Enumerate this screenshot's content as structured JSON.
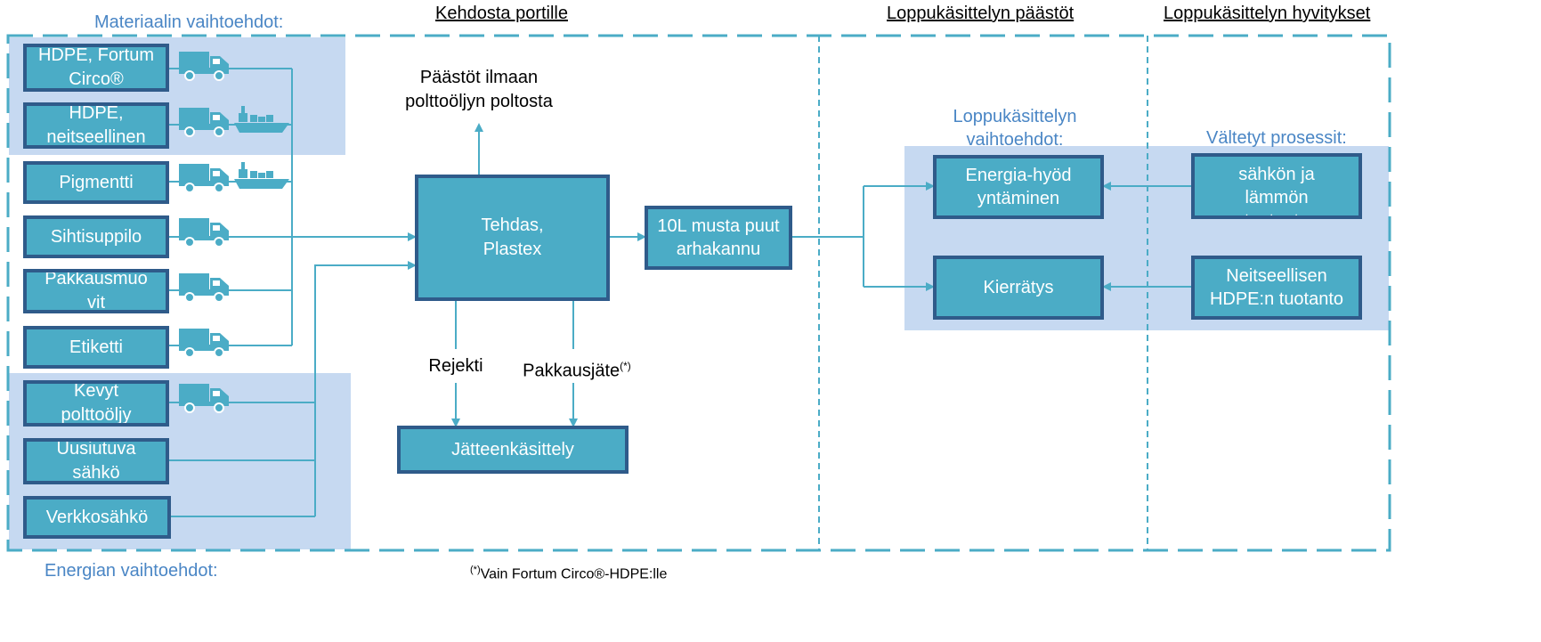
{
  "headers": {
    "cradle": "Kehdosta portille",
    "eol_emissions": "Loppukäsittelyn päästöt",
    "eol_credits": "Loppukäsittelyn hyvitykset"
  },
  "groups": {
    "materials": "Materiaalin vaihtoehdot:",
    "energy": "Energian vaihtoehdot:",
    "eol_options": "Loppukäsittelyn vaihtoehdot:",
    "avoided": "Vältetyt prosessit:"
  },
  "inputs": {
    "hdpe_fortum": "HDPE, Fortum Circo®",
    "hdpe_virgin": "HDPE, neitseellinen",
    "pigment": "Pigmentti",
    "funnel": "Sihtisuppilo",
    "packaging": "Pakkausmuovit",
    "label": "Etiketti",
    "fuel_oil": "Kevyt polttoöljy",
    "renewable": "Uusiutuva sähkö",
    "grid": "Verkkosähkö"
  },
  "process": {
    "factory": "Tehdas, Plastex",
    "product": "10L musta puutarhakannu",
    "waste_treatment": "Jätteenkäsittely",
    "emissions": "Päästöt ilmaan polttoöljyn poltosta",
    "reject": "Rejekti",
    "packaging_waste": "Pakkausjäte",
    "packaging_waste_mark": "(*)"
  },
  "eol": {
    "energy_recovery": "Energia-hyödyntäminen",
    "recycling": "Kierrätys",
    "avoided_heat": "Keskimääräinen sähkön ja lämmön tuotanto",
    "avoided_hdpe": "Neitseellisen HDPE:n tuotanto"
  },
  "footnote": {
    "mark": "(*)",
    "text": "Vain Fortum Circo®-HDPE:lle"
  },
  "colors": {
    "box_fill": "#4bacc6",
    "box_border": "#2f5b8a",
    "shade": "#c6d9f1",
    "accent": "#4a86c5"
  }
}
